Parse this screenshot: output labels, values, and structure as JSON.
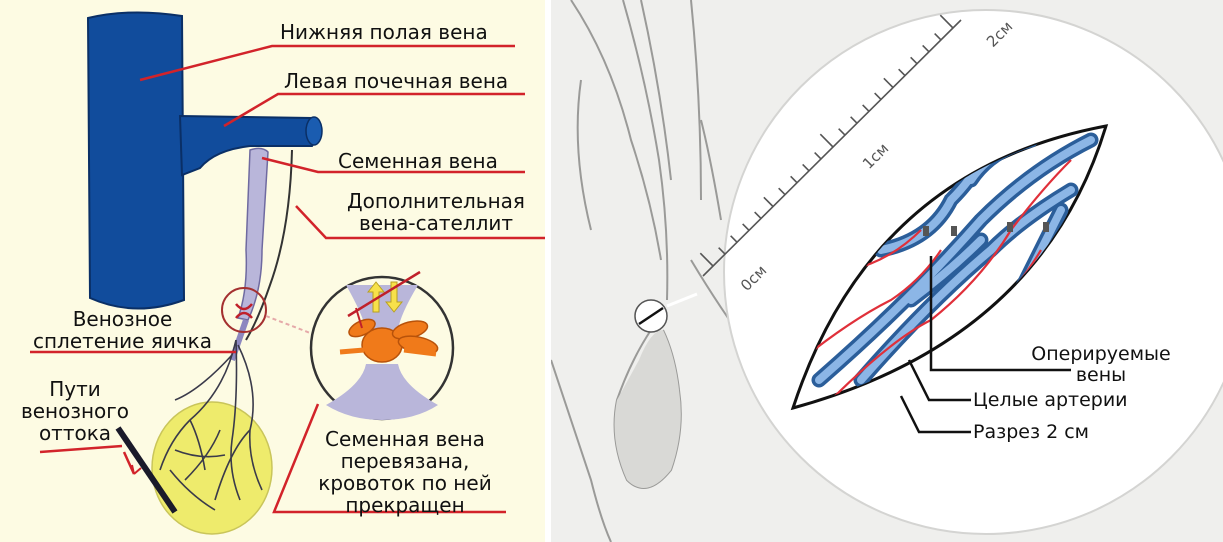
{
  "left_panel": {
    "labels": {
      "inferior_vena_cava": "Нижняя полая вена",
      "left_renal_vein": "Левая почечная вена",
      "seminal_vein": "Семенная вена",
      "satellite_vein_line1": "Дополнительная",
      "satellite_vein_line2": "вена-сателлит",
      "plexus_line1": "Венозное",
      "plexus_line2": "сплетение яичка",
      "outflow_line1": "Пути",
      "outflow_line2": "венозного",
      "outflow_line3": "оттока",
      "ligated_line1": "Семенная вена",
      "ligated_line2": "перевязана,",
      "ligated_line3": "кровоток по ней",
      "ligated_line4": "прекращен"
    }
  },
  "right_panel": {
    "ruler": {
      "tick_0": "0см",
      "tick_1": "1см",
      "tick_2": "2см"
    },
    "labels": {
      "operated_veins_line1": "Оперируемые",
      "operated_veins_line2": "вены",
      "intact_arteries": "Целые артерии",
      "incision": "Разрез 2 см"
    }
  },
  "colors": {
    "vein_blue": "#114c9c",
    "pointer_red": "#d2232a",
    "testicle_yellow": "#eeeb6c",
    "ligature_orange": "#f07a1a",
    "vessel_lilac": "#b9b6da",
    "left_background": "#fdfbe3",
    "right_background": "#efefed"
  }
}
